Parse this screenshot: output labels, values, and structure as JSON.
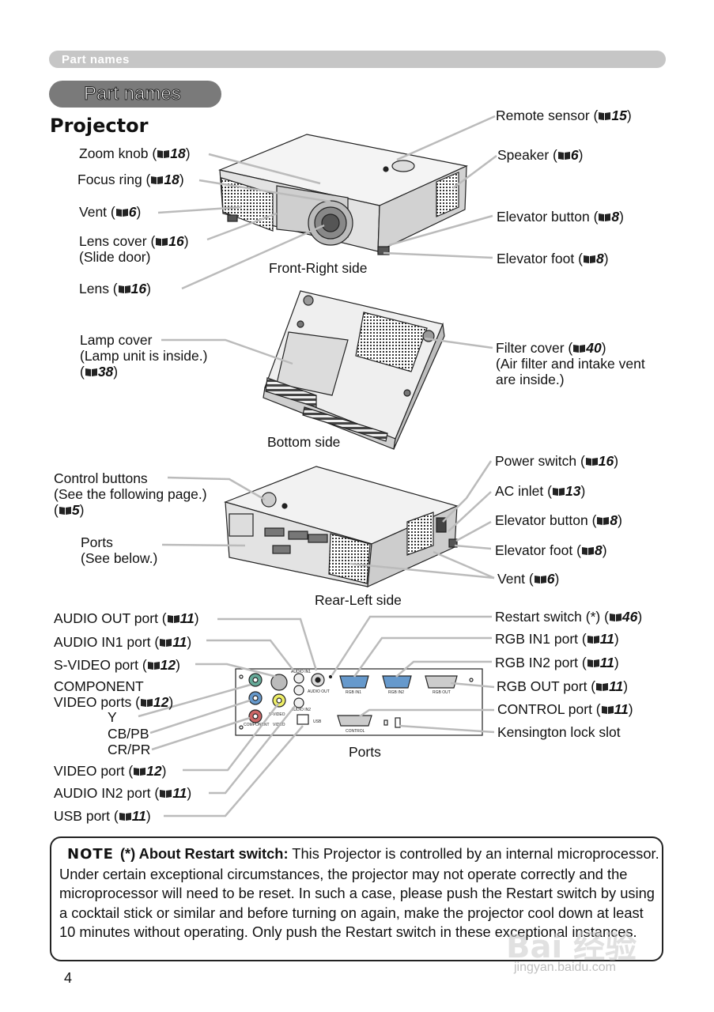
{
  "header_bar": "Part names",
  "section_pill": "Part names",
  "heading": "Projector",
  "captions": {
    "front": "Front-Right side",
    "bottom": "Bottom side",
    "rear": "Rear-Left side",
    "ports": "Ports"
  },
  "front_left": {
    "zoom": {
      "text": "Zoom knob (",
      "ref": "18"
    },
    "focus": {
      "text": "Focus ring (",
      "ref": "18"
    },
    "vent": {
      "text": "Vent (",
      "ref": "6"
    },
    "lens_cover": {
      "text": "Lens cover (",
      "ref": "16",
      "line2": "(Slide door)"
    },
    "lens": {
      "text": "Lens (",
      "ref": "16"
    }
  },
  "front_right": {
    "remote": {
      "text": "Remote sensor (",
      "ref": "15"
    },
    "speaker": {
      "text": "Speaker (",
      "ref": "6"
    },
    "elev_btn": {
      "text": "Elevator button (",
      "ref": "8"
    },
    "elev_foot": {
      "text": "Elevator foot (",
      "ref": "8"
    }
  },
  "bottom_left": {
    "line1": "Lamp cover",
    "line2": "(Lamp unit is inside.)",
    "ref": "38"
  },
  "bottom_right": {
    "text": "Filter cover (",
    "ref": "40",
    "line2": "(Air filter and intake vent",
    "line3": "are inside.)"
  },
  "rear_left": {
    "control": {
      "line1": "Control buttons",
      "line2": "(See the following page.)",
      "ref": "5"
    },
    "ports": {
      "line1": "Ports",
      "line2": "(See below.)"
    }
  },
  "rear_right": {
    "power": {
      "text": "Power switch (",
      "ref": "16"
    },
    "ac": {
      "text": "AC inlet (",
      "ref": "13"
    },
    "elev_btn": {
      "text": "Elevator button (",
      "ref": "8"
    },
    "elev_foot": {
      "text": "Elevator foot (",
      "ref": "8"
    },
    "vent": {
      "text": "Vent (",
      "ref": "6"
    }
  },
  "ports_left": {
    "audio_out": {
      "text": "AUDIO OUT port (",
      "ref": "11"
    },
    "audio_in1": {
      "text": "AUDIO IN1 port (",
      "ref": "11"
    },
    "svideo": {
      "text": "S-VIDEO port (",
      "ref": "12"
    },
    "component": {
      "line1": "COMPONENT",
      "line2": "VIDEO ports (",
      "ref": "12",
      "y": "Y",
      "cb": "CB/PB",
      "cr": "CR/PR"
    },
    "video": {
      "text": "VIDEO port (",
      "ref": "12"
    },
    "audio_in2": {
      "text": "AUDIO IN2 port (",
      "ref": "11"
    },
    "usb": {
      "text": "USB port (",
      "ref": "11"
    }
  },
  "ports_right": {
    "restart": {
      "text": "Restart switch (*) (",
      "ref": "46"
    },
    "rgb_in1": {
      "text": "RGB IN1 port (",
      "ref": "11"
    },
    "rgb_in2": {
      "text": "RGB IN2 port (",
      "ref": "11"
    },
    "rgb_out": {
      "text": "RGB OUT port (",
      "ref": "11"
    },
    "control": {
      "text": "CONTROL port (",
      "ref": "11"
    },
    "kensington": {
      "text": "Kensington lock slot"
    }
  },
  "panel_labels": {
    "rgb_in1": "RGB IN1",
    "rgb_in2": "RGB IN2",
    "rgb_out": "RGB OUT",
    "control": "CONTROL",
    "usb": "USB",
    "audio_out": "AUDIO OUT",
    "audio_in1": "AUDIO IN1",
    "audio_in2": "AUDIO IN2",
    "s_video": "S-VIDEO",
    "video": "VIDEO",
    "component": "COMPONENT"
  },
  "note": {
    "tag": "NOTE",
    "heading": "(*) About Restart switch:",
    "body": " This Projector is controlled by an internal microprocessor. Under certain exceptional circumstances, the projector may not operate correctly and the microprocessor will need to be reset. In such a case, please push the Restart switch by using a cocktail stick or similar and before turning on again, make the projector cool down at least 10 minutes without operating. Only push the Restart switch in these exceptional instances."
  },
  "page_number": "4",
  "watermark": {
    "main": "Bai 经验",
    "url": "jingyan.baidu.com"
  }
}
